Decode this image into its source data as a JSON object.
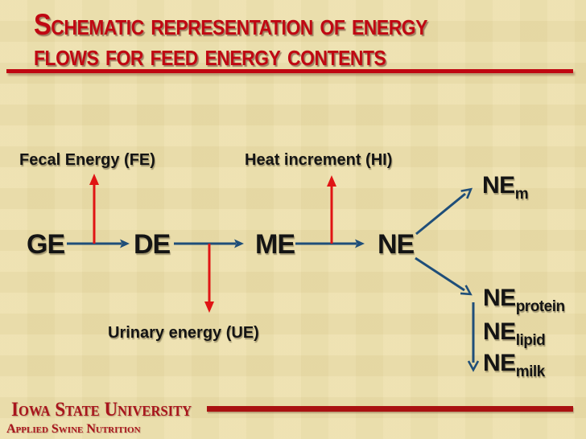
{
  "slide": {
    "title": {
      "line1": "Schematic representation of energy",
      "line2": "flows for feed energy contents"
    },
    "diagram": {
      "nodes": [
        "GE",
        "DE",
        "ME",
        "NE"
      ],
      "losses": {
        "fecal": "Fecal Energy (FE)",
        "heat": "Heat increment (HI)",
        "urinary": "Urinary energy (UE)"
      },
      "outputs": [
        {
          "base": "NE",
          "sub": "m"
        },
        {
          "base": "NE",
          "sub": "protein"
        },
        {
          "base": "NE",
          "sub": "lipid"
        },
        {
          "base": "NE",
          "sub": "milk"
        }
      ],
      "edges": [
        {
          "from": "GE",
          "to": "DE",
          "type": "flow"
        },
        {
          "from": "DE",
          "to": "ME",
          "type": "flow"
        },
        {
          "from": "ME",
          "to": "NE",
          "type": "flow"
        },
        {
          "from": "GE-DE link",
          "to": "Fecal Energy (FE)",
          "type": "loss-up"
        },
        {
          "from": "DE-ME link",
          "to": "Urinary energy (UE)",
          "type": "loss-down"
        },
        {
          "from": "ME-NE link",
          "to": "Heat increment (HI)",
          "type": "loss-up"
        },
        {
          "from": "NE",
          "to": "NEm",
          "type": "output"
        },
        {
          "from": "NE",
          "to": "NEprotein, NElipid, NEmilk",
          "type": "output"
        }
      ]
    },
    "footer": {
      "org": "Iowa State University",
      "program": "Applied Swine Nutrition"
    },
    "colors": {
      "background": "#EDE0AC",
      "title_red": "#C00712",
      "flow_arrow_blue": "#1F4E79",
      "loss_arrow_red": "#E01414",
      "label_black": "#141414",
      "footer_red": "#A8151C",
      "footer_line_red": "#A91111"
    }
  }
}
